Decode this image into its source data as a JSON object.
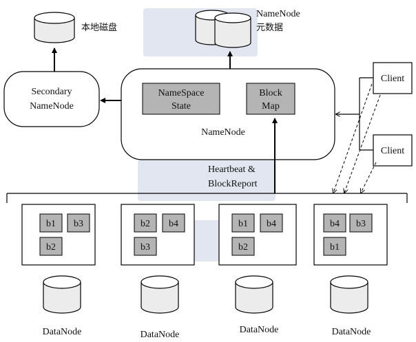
{
  "local_disk_label": "本地磁盘",
  "metadata_label": {
    "line1": "NameNode",
    "line2": "元数据"
  },
  "secondary_namenode": {
    "line1": "Secondary",
    "line2": "NameNode"
  },
  "namenode": {
    "label": "NameNode",
    "namespace_state": {
      "line1": "NameSpace",
      "line2": "State"
    },
    "block_map": {
      "line1": "Block",
      "line2": "Map"
    }
  },
  "clients": [
    {
      "label": "Client"
    },
    {
      "label": "Client"
    }
  ],
  "heartbeat_label": {
    "line1": "Heartbeat &",
    "line2": "BlockReport"
  },
  "datanodes": [
    {
      "label": "DataNode",
      "blocks": [
        "b1",
        "b3",
        "b2"
      ]
    },
    {
      "label": "DataNode",
      "blocks": [
        "b2",
        "b4",
        "b3"
      ]
    },
    {
      "label": "DataNode",
      "blocks": [
        "b1",
        "b4",
        "b2"
      ]
    },
    {
      "label": "DataNode",
      "blocks": [
        "b4",
        "b3",
        "b1"
      ]
    }
  ],
  "colors": {
    "block_fill": "#b4b4b4",
    "cylinder_body": "#ececec",
    "stroke": "#000000"
  }
}
